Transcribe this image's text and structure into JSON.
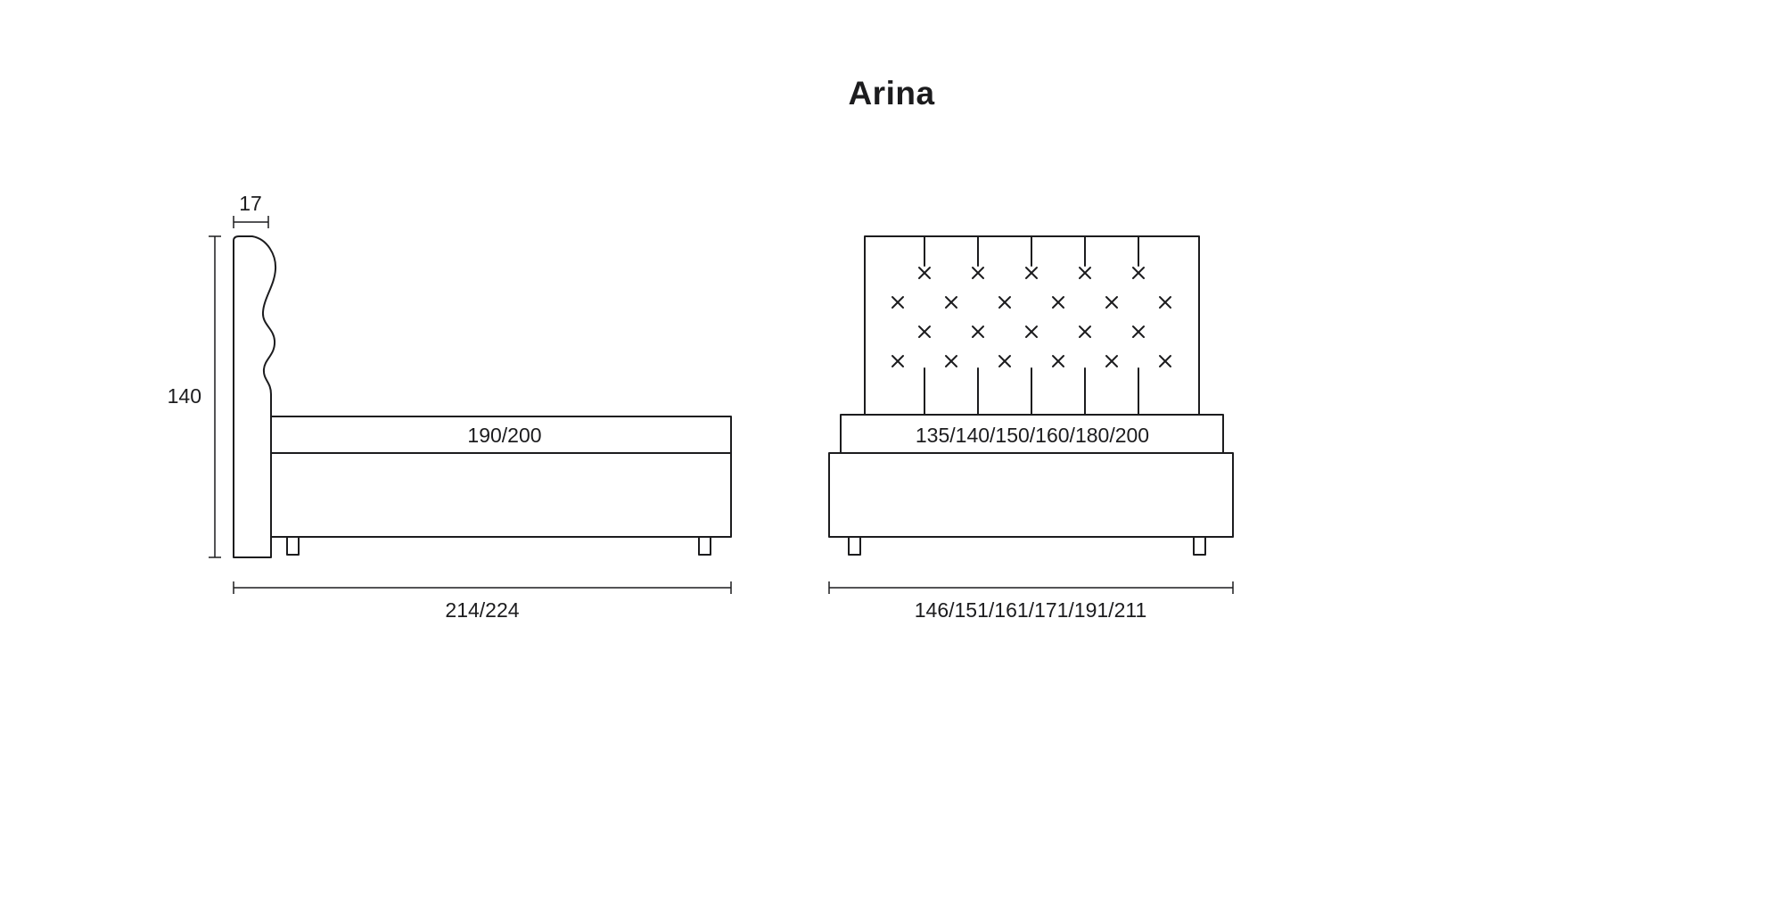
{
  "title": "Arina",
  "side_view": {
    "dim_headboard_depth": "17",
    "dim_height": "140",
    "dim_mattress_length": "190/200",
    "dim_total_length": "214/224"
  },
  "front_view": {
    "dim_mattress_width": "135/140/150/160/180/200",
    "dim_total_width": "146/151/161/171/191/211"
  },
  "colors": {
    "line": "#1c1c1e",
    "background": "#ffffff"
  }
}
